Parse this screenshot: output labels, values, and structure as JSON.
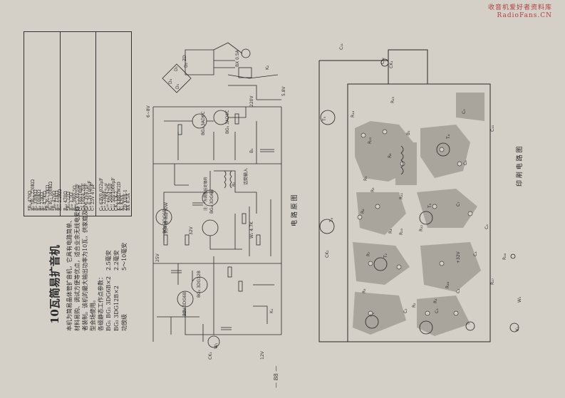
{
  "watermark": {
    "line1": "收音机爱好者资料库",
    "line2": "RadioFans.CN"
  },
  "article": {
    "title": "10瓦简易扩音机",
    "intro_lines": [
      "本机为简易晶体管扩音机，它具有电路简单、",
      "材料易购、调试方便等优点，适合业余无线电爱好",
      "者装制。该机的最大输出功率为10瓦，供家庭及小",
      "型会场使用。",
      "各级静态工作点参数："
    ],
    "params": [
      {
        "name": "BG₁  BG₂  3DG6B×2",
        "value": "2.5毫安"
      },
      {
        "name": "BG₃  3DG12B×2",
        "value": "2.2毫安"
      },
      {
        "name": "功放级",
        "value": "5～10毫安"
      }
    ]
  },
  "parts_table": {
    "columns": [
      [
        "*R₁  470Ω",
        "R₂  *R₁₄ 220KΩ",
        "R₃  330KΩ",
        "R₄  100KΩ",
        "R₅  22KΩ",
        "R₆  4.7KΩ",
        "*R₇  R₁₂ 1KΩ",
        "R₈  R₁₇ 100KΩ",
        "*R₉  470Ω",
        "R₁₀  12KΩ",
        "R₁₁  2.2KΩ"
      ],
      [
        "R₁₃  470Ω",
        "*R₁₅  22Ω",
        "R₁₆  1.5Ω",
        "R₁₈  3W0.5Ω",
        "C₁  C₄  6V1μF",
        "C₂  16V10μF",
        "C₃  16V4.7μF",
        "C₅  6.3V47μF",
        "C₆  6.3V100μF",
        "C₇  25V 47μF"
      ],
      [
        "C₈  63V0.022μF",
        "C₉  270pF",
        "C₁₀  22V47μF",
        "C₁₁  50V47μF",
        "C₁₂  50V1000μF",
        "CK₁  CK-2",
        "K₁  KBB2W2D",
        "K₂  KNX",
        "ZD  XDX-1",
        "BX  0.5A"
      ]
    ]
  },
  "schematic": {
    "caption": "电 路 原 图",
    "note": "注：*为调整后定值的",
    "labels": [
      "BG₁ 3DG6B",
      "BG₂ 3DG6B",
      "BG₃ 3DG12B",
      "BG₄ 3AD6C",
      "BG₅ 3AD6C",
      "BG₆ 3DG6B",
      "D₁",
      "D₂",
      "D₃",
      "D₄",
      "B₁",
      "B₂",
      "K₁",
      "K₂",
      "CK₁",
      "W₁",
      "W₂ 4.7K",
      "ZD",
      "BX 0.5A",
      "220V",
      "6~8V",
      "25V",
      "32V",
      "12V",
      "5.8V",
      "话筒输入",
      "扬声器 8Ω/10W",
      "22V"
    ]
  },
  "pcb": {
    "caption": "印 刷 电 路 图",
    "labels": [
      "T₆",
      "T₅",
      "T₄",
      "T₃",
      "T₂",
      "T₁",
      "B₁",
      "C₁₁",
      "C₁₂",
      "C₁₃",
      "C₈",
      "C₇",
      "C₆",
      "C₅",
      "C₄",
      "C₃",
      "C₂",
      "C₁",
      "R₁",
      "R₂",
      "R₃",
      "R₄",
      "R₅",
      "R₆",
      "R₇",
      "R₈",
      "R₉",
      "R₁₀",
      "R₁₁",
      "R₁₂",
      "R₁₃",
      "R₁₄",
      "R₁₅",
      "R₁₆",
      "R₁₇",
      "R₁₈",
      "W₁",
      "K₁",
      "CK₁",
      "CK₂",
      "+32V"
    ]
  },
  "page_number": "— 88 —"
}
